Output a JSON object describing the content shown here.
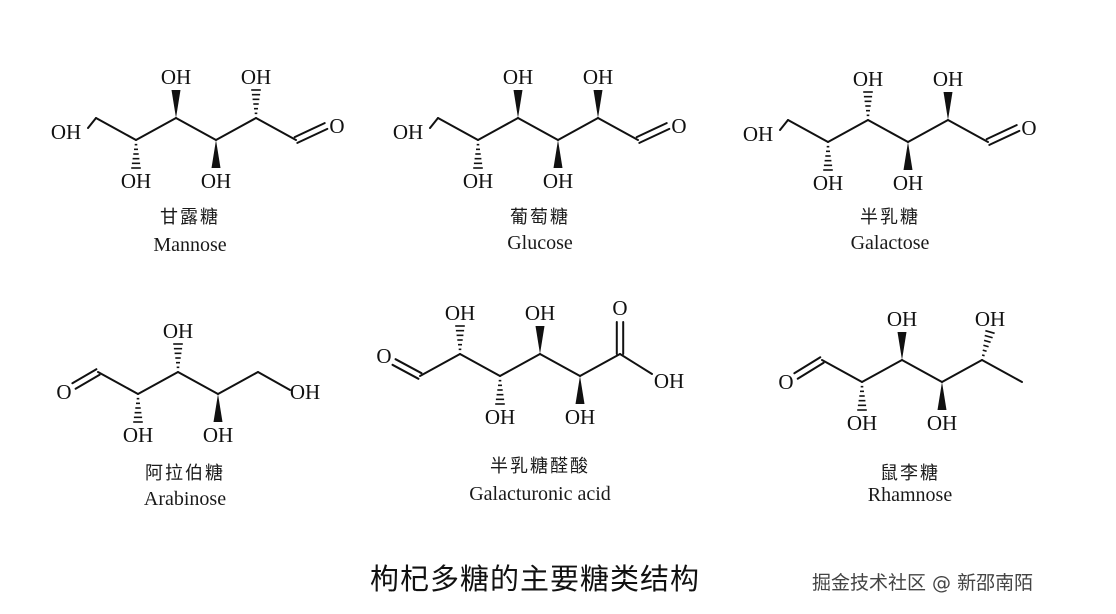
{
  "molecules": [
    {
      "key": "mannose",
      "name_cn": "甘露糖",
      "name_en": "Mannose"
    },
    {
      "key": "glucose",
      "name_cn": "葡萄糖",
      "name_en": "Glucose"
    },
    {
      "key": "galactose",
      "name_cn": "半乳糖",
      "name_en": "Galactose"
    },
    {
      "key": "arabinose",
      "name_cn": "阿拉伯糖",
      "name_en": "Arabinose"
    },
    {
      "key": "galacturonic",
      "name_cn": "半乳糖醛酸",
      "name_en": "Galacturonic acid"
    },
    {
      "key": "rhamnose",
      "name_cn": "鼠李糖",
      "name_en": "Rhamnose"
    }
  ],
  "atom_labels": {
    "hydroxyl": "OH",
    "oxygen": "O"
  },
  "title": "枸杞多糖的主要糖类结构",
  "watermark": "掘金技术社区 @ 新邵南陌",
  "ink_color": "#111111"
}
